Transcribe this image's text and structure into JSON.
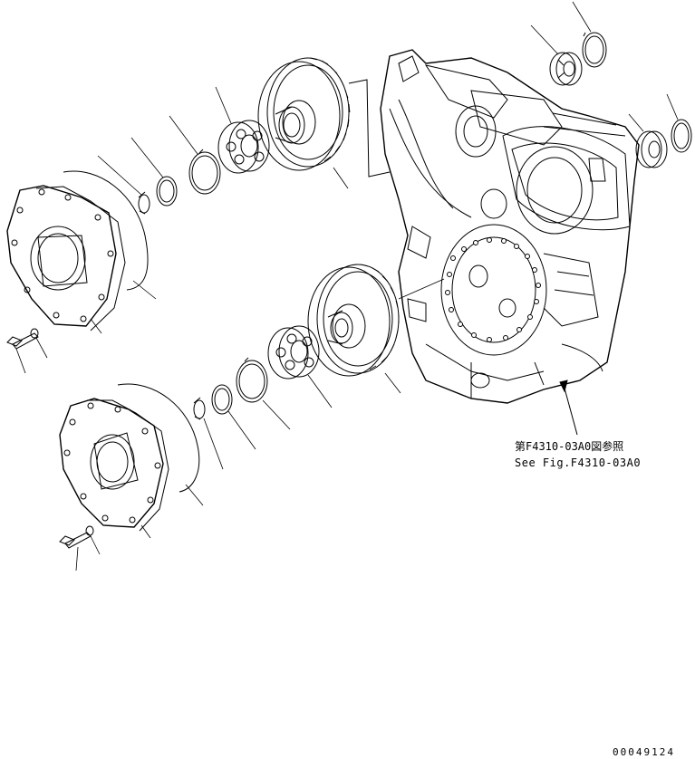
{
  "diagram": {
    "reference_note_jp": "第F4310-03A0図参照",
    "reference_note_en": "See Fig.F4310-03A0",
    "document_number": "00049124"
  }
}
